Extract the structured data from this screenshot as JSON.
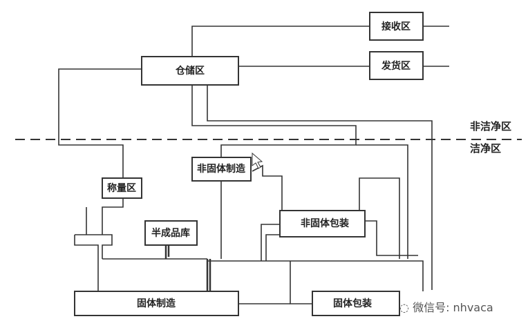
{
  "nodes": {
    "receiving": "接收区",
    "shipping": "发货区",
    "storage": "仓储区",
    "weighing": "称量区",
    "nonsolid_mfg": "非固体制造",
    "semi_finished": "半成品库",
    "nonsolid_pack": "非固体包装",
    "solid_mfg": "固体制造",
    "solid_pack": "固体包装"
  },
  "zones": {
    "non_clean": "非洁净区",
    "clean": "洁净区"
  },
  "watermark": "微信号: nhvaca"
}
